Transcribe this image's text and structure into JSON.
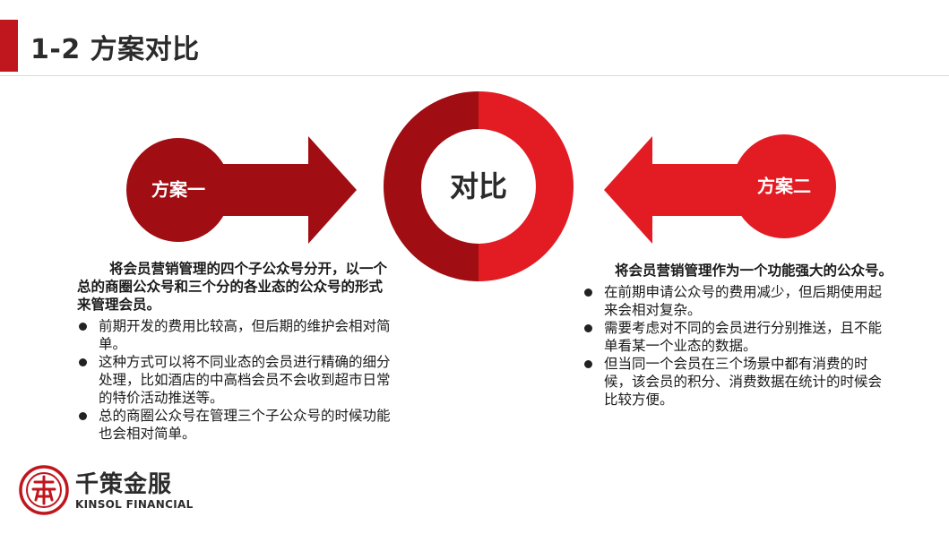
{
  "header": {
    "title": "1-2 方案对比"
  },
  "diagram": {
    "center_label": "对比",
    "left_label": "方案一",
    "right_label": "方案二"
  },
  "left_panel": {
    "intro": "将会员营销管理的四个子公众号分开，以一个总的商圈公众号和三个分的各业态的公众号的形式来管理会员。",
    "bullets": [
      "前期开发的费用比较高，但后期的维护会相对简单。",
      "这种方式可以将不同业态的会员进行精确的细分处理，比如酒店的中高档会员不会收到超市日常的特价活动推送等。",
      "总的商圈公众号在管理三个子公众号的时候功能也会相对简单。"
    ]
  },
  "right_panel": {
    "intro": "将会员营销管理作为一个功能强大的公众号。",
    "bullets": [
      "在前期申请公众号的费用减少，但后期使用起来会相对复杂。",
      "需要考虑对不同的会员进行分别推送，且不能单看某一个业态的数据。",
      "但当同一个会员在三个场景中都有消费的时候，该会员的积分、消费数据在统计的时候会比较方便。"
    ]
  },
  "logo": {
    "name_cn": "千策金服",
    "name_en": "KINSOL FINANCIAL"
  },
  "colors": {
    "dark_red": "#a00d12",
    "bright_red": "#e31b23",
    "accent_red": "#c0161e"
  }
}
